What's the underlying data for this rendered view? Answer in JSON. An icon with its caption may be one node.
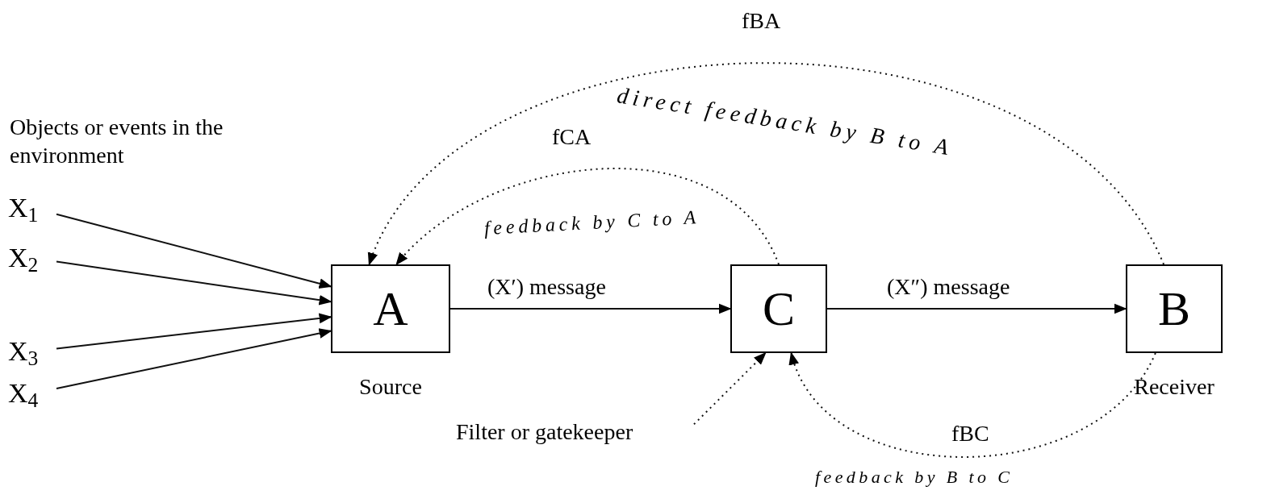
{
  "diagram": {
    "nodes": [
      {
        "text": [
          "X$_{1}$"
        ]
      },
      {
        "text": [
          "X$_{2}$"
        ]
      },
      {
        "text": [
          "X$_{3}$"
        ]
      },
      {
        "text": [
          "X$_{4}$"
        ]
      },
      {
        "text": [
          "A"
        ],
        "beside": [
          "Source"
        ]
      },
      {
        "text": [
          "C"
        ]
      },
      {
        "text": [
          "B"
        ],
        "beside": [
          "Receiver"
        ]
      },
      {
        "text": [
          "Filter or gatekeeper"
        ]
      }
    ],
    "edges": [
      {
        "from": 0,
        "to": 4,
        "arrow": "to"
      },
      {
        "from": 1,
        "to": 4,
        "arrow": "to"
      },
      {
        "from": 2,
        "to": 4,
        "arrow": "to"
      },
      {
        "from": 3,
        "to": 4,
        "arrow": "to"
      },
      {
        "from": 4,
        "to": 5,
        "arrow": "to",
        "label": "(X′) message"
      },
      {
        "from": 5,
        "to": 6,
        "arrow": "to",
        "label": "(X″) message"
      },
      {
        "from": 6,
        "to": 4,
        "arrow": "to",
        "label": "fBA",
        "style": "dashed"
      },
      {
        "from": 5,
        "to": 4,
        "arrow": "to",
        "label": "fCA",
        "style": "dashed"
      },
      {
        "from": 6,
        "to": 5,
        "arrow": "to",
        "label": "fBC",
        "style": "dashed"
      },
      {
        "from": 7,
        "to": 5,
        "arrow": "to",
        "style": "dashed"
      }
    ],
    "labels": [
      "Objects or events in the environment",
      "direct feedback by B to A",
      "feedback by C to A",
      "feedback by B to C"
    ]
  }
}
